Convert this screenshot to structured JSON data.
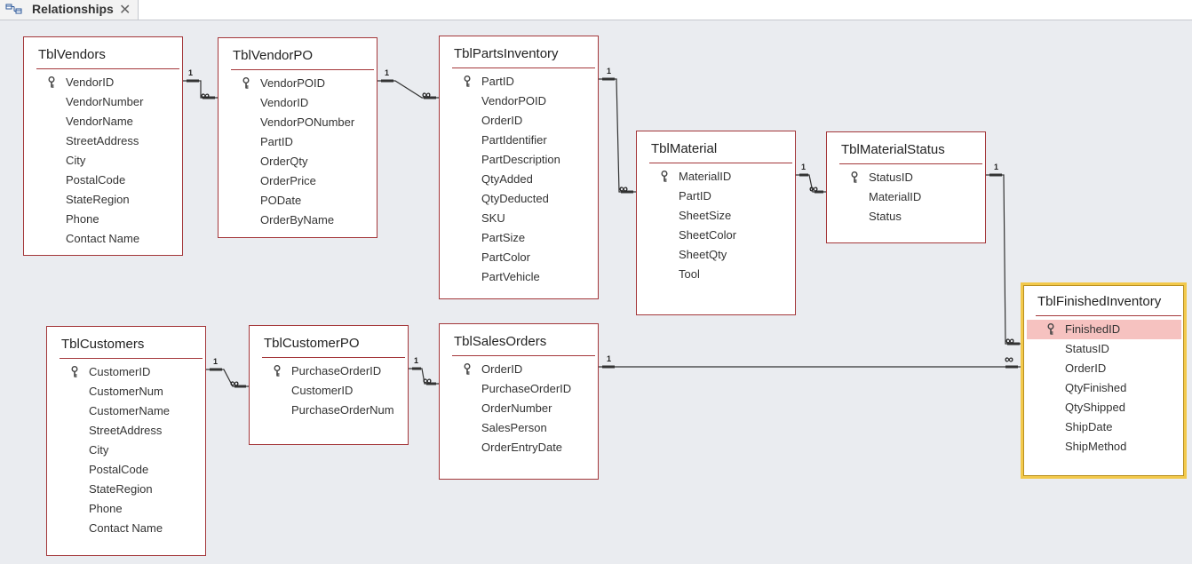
{
  "tab": {
    "title": "Relationships",
    "close_glyph": "✕"
  },
  "tables": {
    "vendors": {
      "title": "TblVendors",
      "fields": [
        "VendorID",
        "VendorNumber",
        "VendorName",
        "StreetAddress",
        "City",
        "PostalCode",
        "StateRegion",
        "Phone",
        "Contact Name"
      ]
    },
    "vendorpo": {
      "title": "TblVendorPO",
      "fields": [
        "VendorPOID",
        "VendorID",
        "VendorPONumber",
        "PartID",
        "OrderQty",
        "OrderPrice",
        "PODate",
        "OrderByName"
      ]
    },
    "parts": {
      "title": "TblPartsInventory",
      "fields": [
        "PartID",
        "VendorPOID",
        "OrderID",
        "PartIdentifier",
        "PartDescription",
        "QtyAdded",
        "QtyDeducted",
        "SKU",
        "PartSize",
        "PartColor",
        "PartVehicle"
      ]
    },
    "material": {
      "title": "TblMaterial",
      "fields": [
        "MaterialID",
        "PartID",
        "SheetSize",
        "SheetColor",
        "SheetQty",
        "Tool"
      ]
    },
    "matstatus": {
      "title": "TblMaterialStatus",
      "fields": [
        "StatusID",
        "MaterialID",
        "Status"
      ]
    },
    "finished": {
      "title": "TblFinishedInventory",
      "fields": [
        "FinishedID",
        "StatusID",
        "OrderID",
        "QtyFinished",
        "QtyShipped",
        "ShipDate",
        "ShipMethod"
      ]
    },
    "customers": {
      "title": "TblCustomers",
      "fields": [
        "CustomerID",
        "CustomerNum",
        "CustomerName",
        "StreetAddress",
        "City",
        "PostalCode",
        "StateRegion",
        "Phone",
        "Contact Name"
      ]
    },
    "customerpo": {
      "title": "TblCustomerPO",
      "fields": [
        "PurchaseOrderID",
        "CustomerID",
        "PurchaseOrderNum"
      ]
    },
    "salesorders": {
      "title": "TblSalesOrders",
      "fields": [
        "OrderID",
        "PurchaseOrderID",
        "OrderNumber",
        "SalesPerson",
        "OrderEntryDate"
      ]
    }
  },
  "relationship_labels": {
    "one": "1",
    "many": "∞"
  },
  "colors": {
    "table_border": "#a4373a",
    "selected_border": "#f2c94c",
    "selected_row": "#f6c2c0",
    "canvas": "#eaecf0"
  }
}
